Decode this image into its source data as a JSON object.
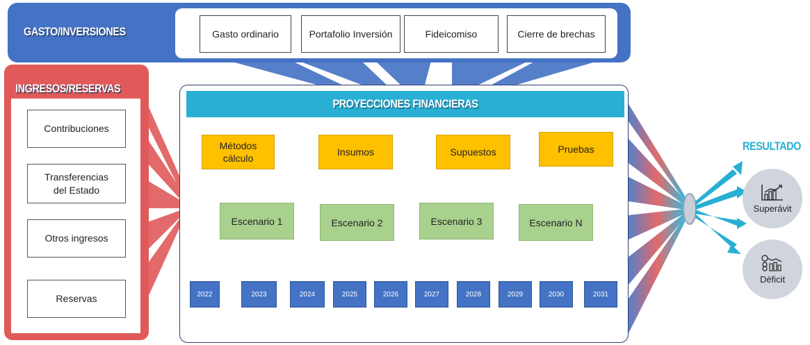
{
  "gasto": {
    "title": "GASTO/INVERSIONES",
    "items": [
      "Gasto ordinario",
      "Portafolio Inversión",
      "Fideicomiso",
      "Cierre de brechas"
    ]
  },
  "ingresos": {
    "title": "INGRESOS/RESERVAS",
    "items": [
      "Contribuciones",
      "Transferencias\ndel Estado",
      "Otros ingresos",
      "Reservas"
    ]
  },
  "proyecciones": {
    "title": "PROYECCIONES FINANCIERAS",
    "methods": [
      "Métodos\ncálculo",
      "Insumos",
      "Supuestos",
      "Pruebas"
    ],
    "scenarios": [
      "Escenario 1",
      "Escenario 2",
      "Escenario 3",
      "Escenario N"
    ],
    "years": [
      "2022",
      "2023",
      "2024",
      "2025",
      "2026",
      "2027",
      "2028",
      "2029",
      "2030",
      "2031"
    ]
  },
  "resultado": {
    "title": "RESULTADO",
    "items": [
      {
        "label": "Superávit",
        "icon": "chart-growth-icon"
      },
      {
        "label": "Déficit",
        "icon": "coins-chart-icon"
      }
    ]
  },
  "colors": {
    "blue": "#4472c4",
    "red": "#e05a5a",
    "cyan": "#29afd4",
    "yellow": "#ffc000",
    "green": "#a9d18e",
    "gray": "#d0d5dd"
  }
}
